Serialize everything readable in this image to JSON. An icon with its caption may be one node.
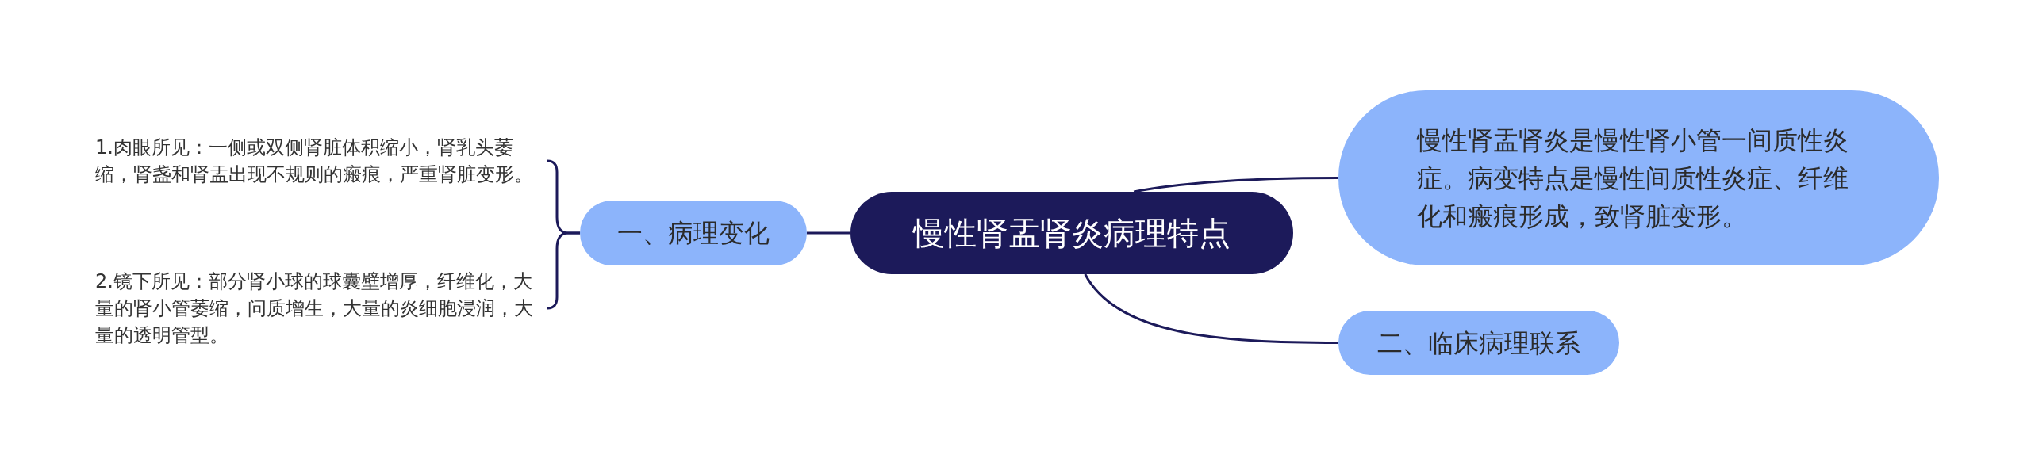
{
  "diagram": {
    "nodes": [
      {
        "text": [
          "慢性肾盂肾炎病理特点"
        ]
      },
      {
        "text": [
          "一、病理变化"
        ]
      },
      {
        "text": [
          "1.肉眼所见：一侧或双侧肾脏体积缩小，肾乳头萎缩，肾盏和肾盂出现不规则的瘢痕，严重肾脏变形。"
        ]
      },
      {
        "text": [
          "2.镜下所见：部分肾小球的球囊壁增厚，纤维化，大量的肾小管萎缩，问质增生，大量的炎细胞浸润，大量的透明管型。"
        ]
      },
      {
        "text": [
          "慢性肾盂肾炎是慢性肾小管一间质性炎症。病变特点是慢性间质性炎症、纤维化和瘢痕形成，致肾脏变形。"
        ]
      },
      {
        "text": [
          "二、临床病理联系"
        ]
      }
    ],
    "edges": [
      {
        "from": 0,
        "to": 1,
        "arrow": "none"
      },
      {
        "from": 1,
        "to": 2,
        "arrow": "none"
      },
      {
        "from": 1,
        "to": 3,
        "arrow": "none"
      },
      {
        "from": 0,
        "to": 4,
        "arrow": "none"
      },
      {
        "from": 0,
        "to": 5,
        "arrow": "none"
      }
    ]
  }
}
